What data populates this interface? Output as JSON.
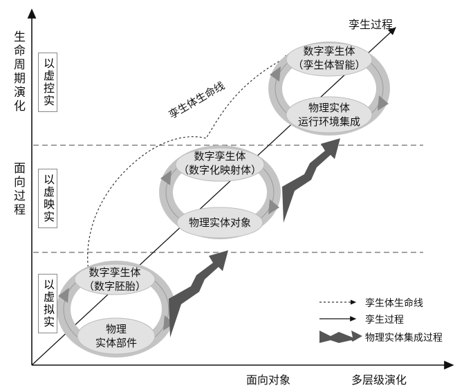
{
  "axis": {
    "y_label": "生命周期演化",
    "x_label_1": "面向对象",
    "x_label_2": "多层级演化",
    "y_label_mid": "面向过程",
    "diagonal_label": "孪生过程",
    "curve_label": "孪生体生命线"
  },
  "phases": [
    {
      "label": "以虚控实"
    },
    {
      "label": "以虚映实"
    },
    {
      "label": "以虚拟实"
    }
  ],
  "nodes": {
    "top": {
      "upper": "数字孪生体\n（孪生体智能）",
      "lower": "物理实体\n运行环境集成"
    },
    "middle": {
      "upper": "数字孪生体\n（数字化映射体）",
      "lower": "物理实体对象"
    },
    "bottom": {
      "upper": "数字孪生体\n（数字胚胎）",
      "lower": "物理\n实体部件"
    }
  },
  "legend": {
    "lifeline": "孪生体生命线",
    "process": "孪生过程",
    "integration": "物理实体集成过程"
  },
  "colors": {
    "ring": "#b4b4b4",
    "ring_dark": "#8a8a8a",
    "zigzag": "#555555",
    "ellipse": "#e2e2e2"
  }
}
